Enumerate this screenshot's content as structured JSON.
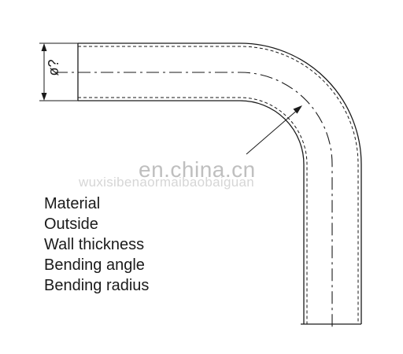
{
  "drawing": {
    "diameter_label": "ø?"
  },
  "watermark": {
    "main": "en.china.cn",
    "sub": "wuxisibenaormaibaobaiguan"
  },
  "specs": [
    "Material",
    "Outside",
    "Wall thickness",
    "Bending angle",
    "Bending radius"
  ]
}
